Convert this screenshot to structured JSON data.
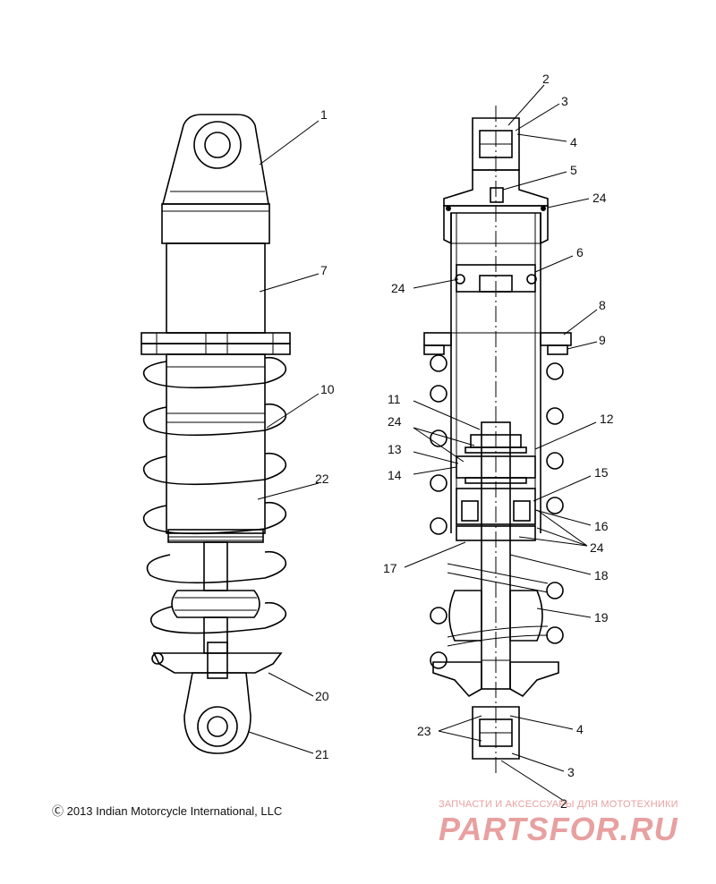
{
  "callouts": [
    {
      "id": "c1",
      "text": "1"
    },
    {
      "id": "c7",
      "text": "7"
    },
    {
      "id": "c10",
      "text": "10"
    },
    {
      "id": "c22",
      "text": "22"
    },
    {
      "id": "c20",
      "text": "20"
    },
    {
      "id": "c21",
      "text": "21"
    },
    {
      "id": "c2a",
      "text": "2"
    },
    {
      "id": "c3a",
      "text": "3"
    },
    {
      "id": "c4a",
      "text": "4"
    },
    {
      "id": "c5",
      "text": "5"
    },
    {
      "id": "c24a",
      "text": "24"
    },
    {
      "id": "c6",
      "text": "6"
    },
    {
      "id": "c24b",
      "text": "24"
    },
    {
      "id": "c8",
      "text": "8"
    },
    {
      "id": "c9",
      "text": "9"
    },
    {
      "id": "c11",
      "text": "11"
    },
    {
      "id": "c12",
      "text": "12"
    },
    {
      "id": "c24c",
      "text": "24"
    },
    {
      "id": "c13",
      "text": "13"
    },
    {
      "id": "c14",
      "text": "14"
    },
    {
      "id": "c15",
      "text": "15"
    },
    {
      "id": "c16",
      "text": "16"
    },
    {
      "id": "c24d",
      "text": "24"
    },
    {
      "id": "c17",
      "text": "17"
    },
    {
      "id": "c18",
      "text": "18"
    },
    {
      "id": "c19",
      "text": "19"
    },
    {
      "id": "c4b",
      "text": "4"
    },
    {
      "id": "c23",
      "text": "23"
    },
    {
      "id": "c3b",
      "text": "3"
    },
    {
      "id": "c2b",
      "text": "2"
    }
  ],
  "copyright": "Ⓒ 2013 Indian Motorcycle International, LLC",
  "watermark": {
    "subtitle": "ЗАПЧАСТИ И АКСЕССУАРЫ ДЛЯ МОТОТЕХНИКИ",
    "logo": "PARTSFOR.RU",
    "color": "#e8a0a0"
  }
}
